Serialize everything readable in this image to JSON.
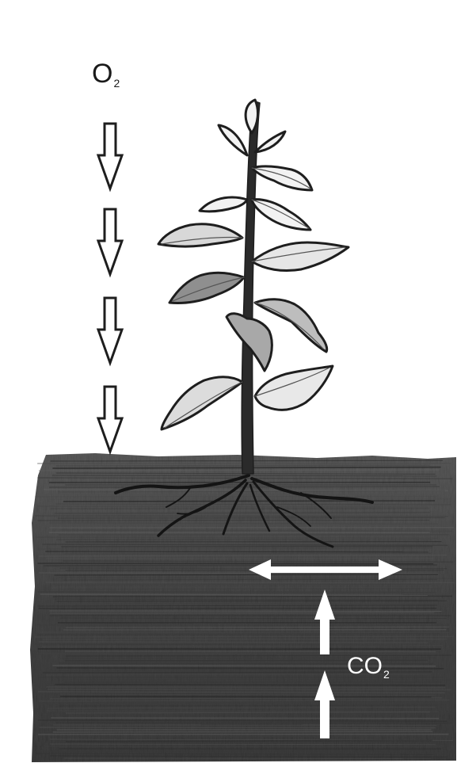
{
  "labels": {
    "top_gas": {
      "main": "O",
      "sub": "2"
    },
    "bottom_gas": {
      "main": "CO",
      "sub": "2"
    }
  },
  "colors": {
    "background": "#ffffff",
    "soil": "#4a4a4a",
    "ink": "#1e1e1e",
    "leaf_fill": "#f2f2f2",
    "leaf_shade": "#9a9a9a",
    "arrow_fill": "#ffffff"
  }
}
